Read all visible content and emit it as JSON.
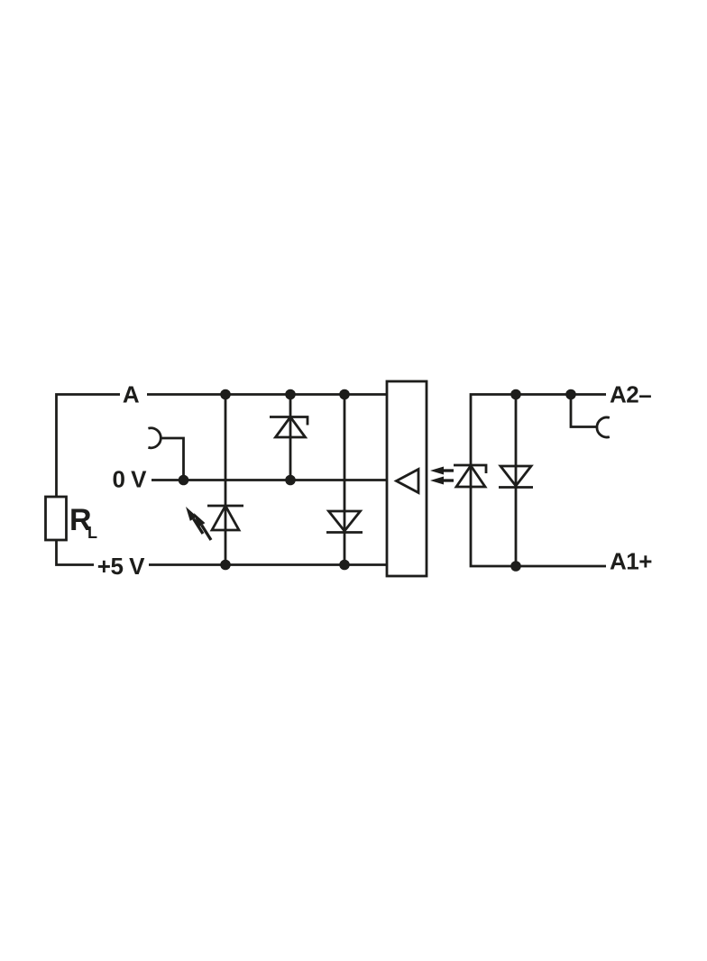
{
  "meta": {
    "bg_color": "#ffffff",
    "ink_color": "#1d1d1b",
    "description": "Optocoupler module wiring schematic"
  },
  "labels": {
    "signal_a": "A",
    "zero_volt": "0 V",
    "plus_five_volt": "+5 V",
    "load_resistor": "R",
    "load_resistor_subscript": "L",
    "terminal_a2_minus": "A2–",
    "terminal_a1_plus": "A1+"
  },
  "icons": [
    "load-resistor",
    "female-connector-left",
    "female-connector-right",
    "zener-diode",
    "status-led",
    "protection-diode",
    "amplifier-triangle",
    "light-emission-arrows",
    "opto-input-led",
    "reverse-protection-diode"
  ]
}
